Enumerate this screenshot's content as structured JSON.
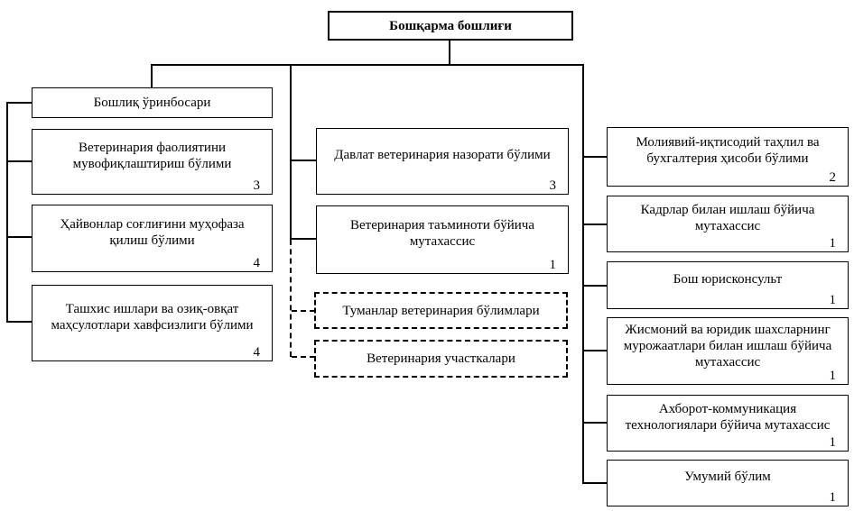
{
  "chart_title": "Бошқарма бошлиғи",
  "root": {
    "label": "Бошқарма бошлиғи"
  },
  "deputy": {
    "label": "Бошлиқ ўринбосари"
  },
  "left": [
    {
      "label": "Ветеринария фаолиятини мувофиқлаштириш бўлими",
      "count": "3"
    },
    {
      "label": "Ҳайвонлар соғлиғини муҳофаза қилиш бўлими",
      "count": "4"
    },
    {
      "label": "Ташхис ишлари ва озиқ-овқат маҳсулотлари хавфсизлиги бўлими",
      "count": "4"
    }
  ],
  "middle": [
    {
      "label": "Давлат ветеринария назорати бўлими",
      "count": "3"
    },
    {
      "label": "Ветеринария таъминоти бўйича мутахассис",
      "count": "1"
    }
  ],
  "middle_dashed": [
    {
      "label": "Туманлар ветеринария бўлимлари"
    },
    {
      "label": "Ветеринария участкалари"
    }
  ],
  "right": [
    {
      "label": "Молиявий-иқтисодий таҳлил ва бухгалтерия ҳисоби бўлими",
      "count": "2"
    },
    {
      "label": "Кадрлар билан ишлаш бўйича мутахассис",
      "count": "1"
    },
    {
      "label": "Бош юрисконсульт",
      "count": "1"
    },
    {
      "label": "Жисмоний ва юридик шахсларнинг мурожаатлари билан ишлаш бўйича мутахассис",
      "count": "1"
    },
    {
      "label": "Ахборот-коммуникация технологиялари бўйича мутахассис",
      "count": "1"
    },
    {
      "label": "Умумий бўлим",
      "count": "1"
    }
  ],
  "colors": {
    "line": "#000000",
    "box_background": "#ffffff",
    "text": "#000000"
  }
}
